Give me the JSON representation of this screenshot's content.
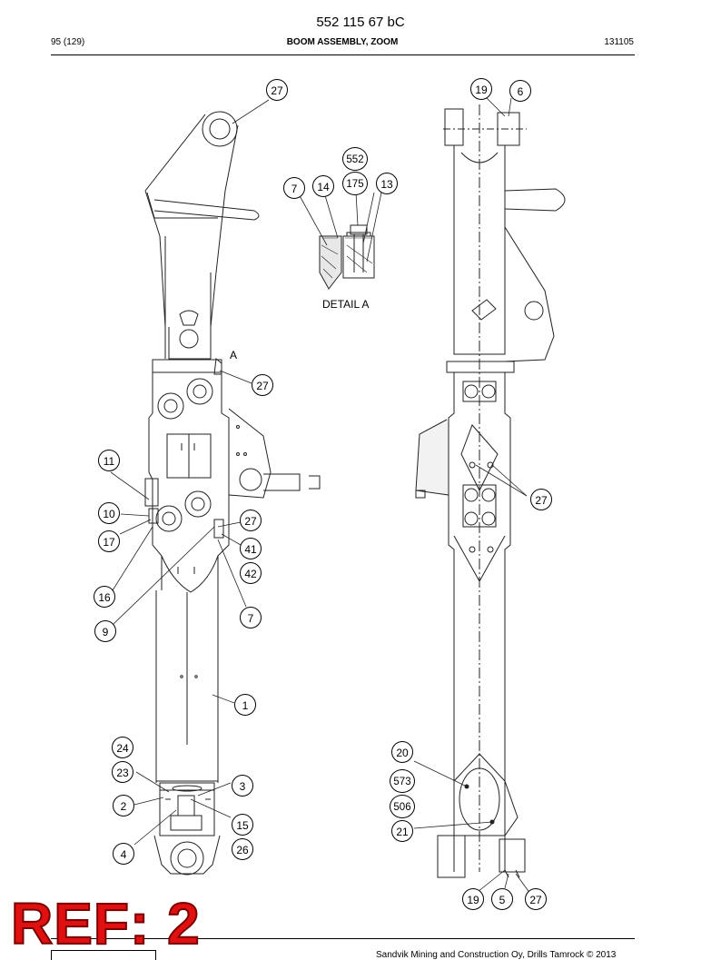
{
  "header": {
    "document_number": "552 115 67 bC",
    "page": "95 (129)",
    "title": "BOOM ASSEMBLY, ZOOM",
    "code": "131105"
  },
  "drawing": {
    "detail_label": "DETAIL A",
    "view_marker": "A",
    "callouts": [
      "27",
      "19",
      "6",
      "552",
      "7",
      "14",
      "175",
      "13",
      "27",
      "11",
      "10",
      "17",
      "16",
      "9",
      "27",
      "41",
      "42",
      "7",
      "1",
      "24",
      "23",
      "2",
      "4",
      "3",
      "15",
      "26",
      "27",
      "20",
      "573",
      "506",
      "21",
      "19",
      "5",
      "27"
    ]
  },
  "footer": {
    "reference": "REF: 2",
    "copyright": "Sandvik Mining and Construction Oy, Drills Tamrock © 2013"
  }
}
